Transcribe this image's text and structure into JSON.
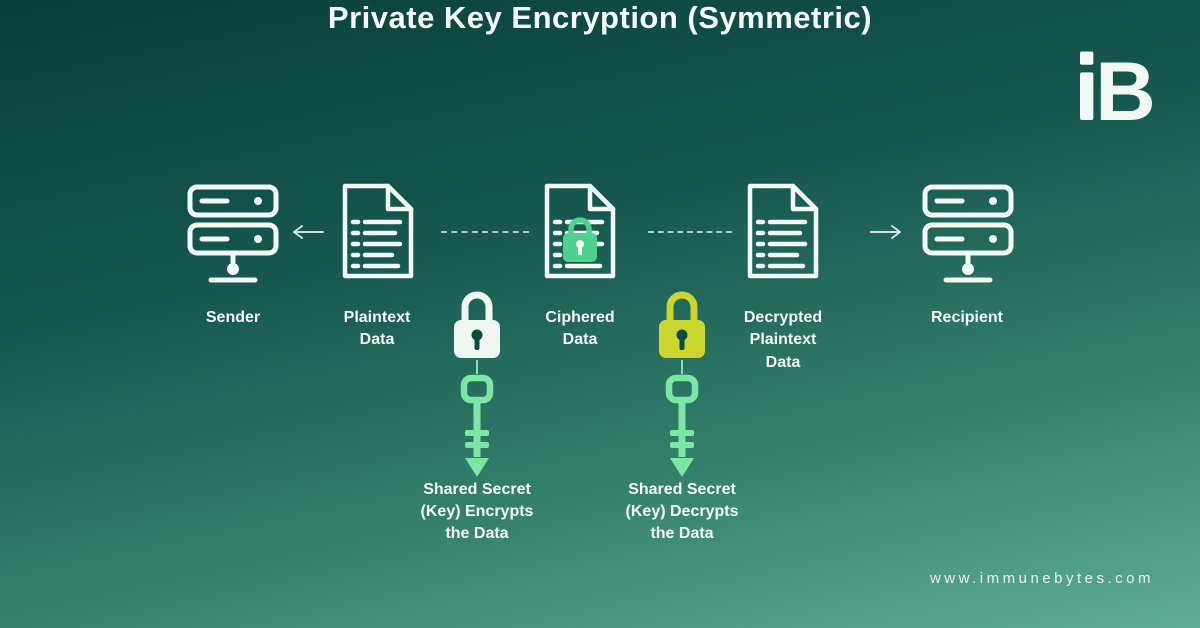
{
  "title": "Private Key Encryption (Symmetric)",
  "logo_text": "B",
  "website": "www.immunebytes.com",
  "flow": {
    "sender_label": "Sender",
    "plaintext_label": "Plaintext\nData",
    "ciphered_label": "Ciphered\nData",
    "decrypted_label": "Decrypted\nPlaintext\nData",
    "recipient_label": "Recipient"
  },
  "keys": {
    "encrypt_label": "Shared Secret\n(Key) Encrypts\nthe Data",
    "decrypt_label": "Shared Secret\n(Key) Decrypts\nthe Data"
  },
  "colors": {
    "bg_top": "#093f39",
    "bg_mid": "#16584f",
    "bg_low": "#37836f",
    "bg_bottom": "#5fae97",
    "icon_white": "#f2f8f3",
    "text": "#f4faf7",
    "lock_white": "#edf6ef",
    "lock_yellow": "#cbd62f",
    "lock_green": "#4fd18e",
    "key_green": "#7ce6a4",
    "keyhole_dark": "#0d4a43"
  }
}
